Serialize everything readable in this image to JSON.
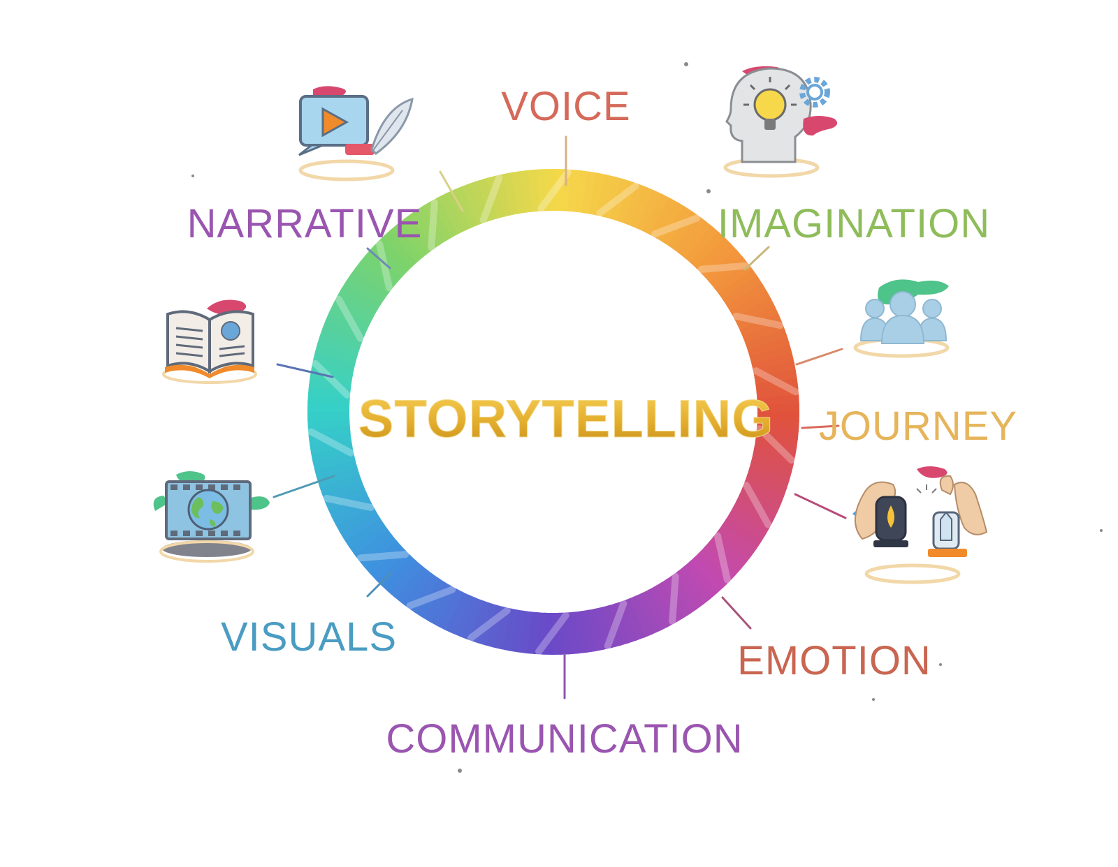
{
  "center": {
    "label": "STORYTELLING",
    "color": "#e8b83a"
  },
  "labels": {
    "voice": {
      "text": "VOICE",
      "color": "#d5695a"
    },
    "imagination": {
      "text": "IMAGINATION",
      "color": "#8fbc5a"
    },
    "journey": {
      "text": "JOURNEY",
      "color": "#e6b45a"
    },
    "emotion": {
      "text": "EMOTION",
      "color": "#c96550"
    },
    "communication": {
      "text": "COMMUNICATION",
      "color": "#9a55b0"
    },
    "visuals": {
      "text": "VISUALS",
      "color": "#4a9cc2"
    },
    "narrative": {
      "text": "NARRATIVE",
      "color": "#9a55b0"
    }
  },
  "icons": [
    "video-play-icon",
    "idea-head-icon",
    "audience-icon",
    "lanterns-icon",
    "film-globe-icon",
    "open-book-icon"
  ],
  "ring_gradient": [
    "#f5d84a",
    "#f39a3c",
    "#e0523c",
    "#c24ab0",
    "#6a4ac8",
    "#3f8fe0",
    "#36d0c8",
    "#7ed36a",
    "#f5d84a"
  ]
}
